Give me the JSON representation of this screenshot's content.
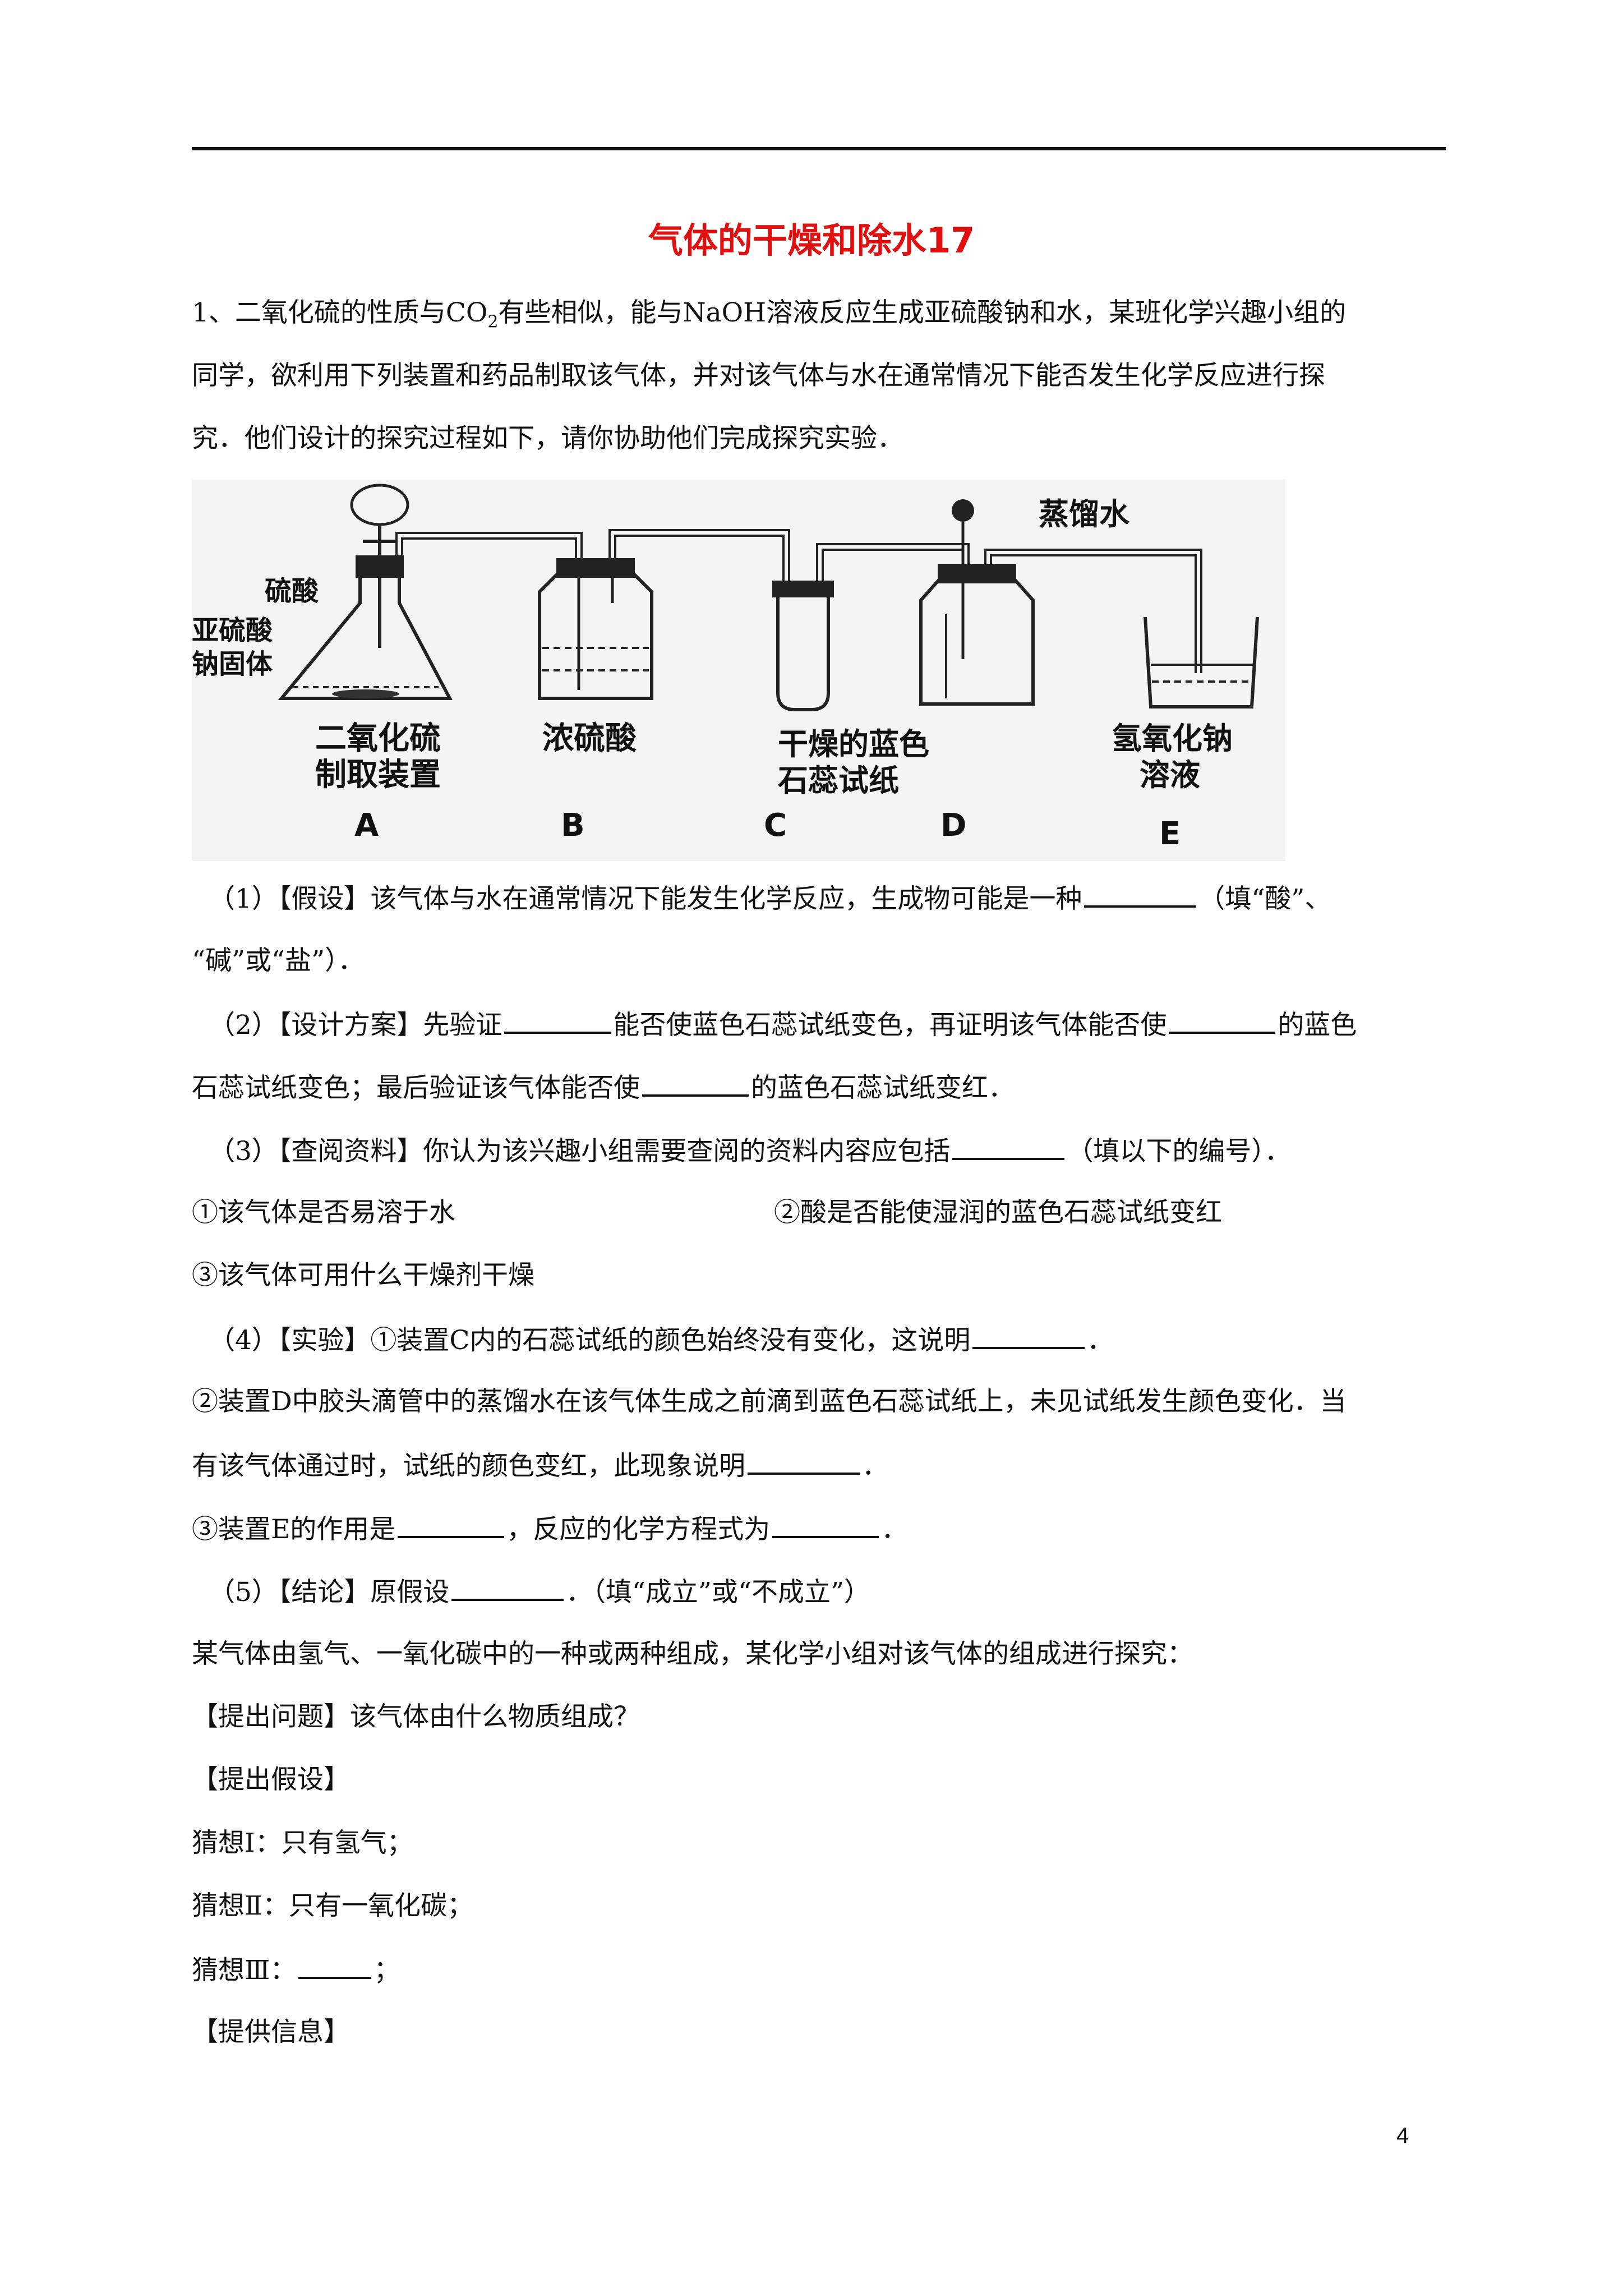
{
  "title": "气体的干燥和除水17",
  "q1": {
    "intro_l1_a": "1、二氧化硫的性质与CO",
    "intro_l1_sub": "2",
    "intro_l1_b": "有些相似，能与NaOH溶液反应生成亚硫酸钠和水，某班化学兴趣小组的",
    "intro_l2": "同学，欲利用下列装置和药品制取该气体，并对该气体与水在通常情况下能否发生化学反应进行探",
    "intro_l3": "究．他们设计的探究过程如下，请你协助他们完成探究实验．"
  },
  "figure": {
    "label_sulfuric": "硫酸",
    "label_sulfite_1": "亚硫酸",
    "label_sulfite_2": "钠固体",
    "label_a_1": "二氧化硫",
    "label_a_2": "制取装置",
    "label_b": "浓硫酸",
    "label_c_1": "干燥的蓝色",
    "label_c_2": "石蕊试纸",
    "label_water": "蒸馏水",
    "label_e_1": "氢氧化钠",
    "label_e_2": "溶液",
    "letters": [
      "A",
      "B",
      "C",
      "D",
      "E"
    ]
  },
  "p1a": "（1）【假设】该气体与水在通常情况下能发生化学反应，生成物可能是一种",
  "p1b": "（填“酸”、",
  "p1c": "“碱”或“盐”）．",
  "p2a": "（2）【设计方案】先验证",
  "p2b": "能否使蓝色石蕊试纸变色，再证明该气体能否使",
  "p2c": "的蓝色",
  "p2d": "石蕊试纸变色；最后验证该气体能否使",
  "p2e": "的蓝色石蕊试纸变红．",
  "p3a": "（3）【查阅资料】你认为该兴趣小组需要查阅的资料内容应包括",
  "p3b": "（填以下的编号）．",
  "opt1": "①该气体是否易溶于水",
  "opt2": "②酸是否能使湿润的蓝色石蕊试纸变红",
  "opt3": "③该气体可用什么干燥剂干燥",
  "p4a": "（4）【实验】①装置C内的石蕊试纸的颜色始终没有变化，这说明",
  "p4b": "．",
  "p4c": "②装置D中胶头滴管中的蒸馏水在该气体生成之前滴到蓝色石蕊试纸上，未见试纸发生颜色变化．当",
  "p4d": "有该气体通过时，试纸的颜色变红，此现象说明",
  "p4e": "．",
  "p4f": "③装置E的作用是",
  "p4g": "，反应的化学方程式为",
  "p4h": "．",
  "p5a": "（5）【结论】原假设",
  "p5b": "．（填“成立”或“不成立”）",
  "q2_intro": "某气体由氢气、一氧化碳中的一种或两种组成，某化学小组对该气体的组成进行探究：",
  "q2_question": "【提出问题】该气体由什么物质组成？",
  "q2_hyp_head": "【提出假设】",
  "q2_h1": "猜想Ⅰ：只有氢气；",
  "q2_h2": "猜想Ⅱ：只有一氧化碳；",
  "q2_h3a": "猜想Ⅲ：",
  "q2_h3b": "；",
  "q2_info": "【提供信息】",
  "page_number": "4"
}
